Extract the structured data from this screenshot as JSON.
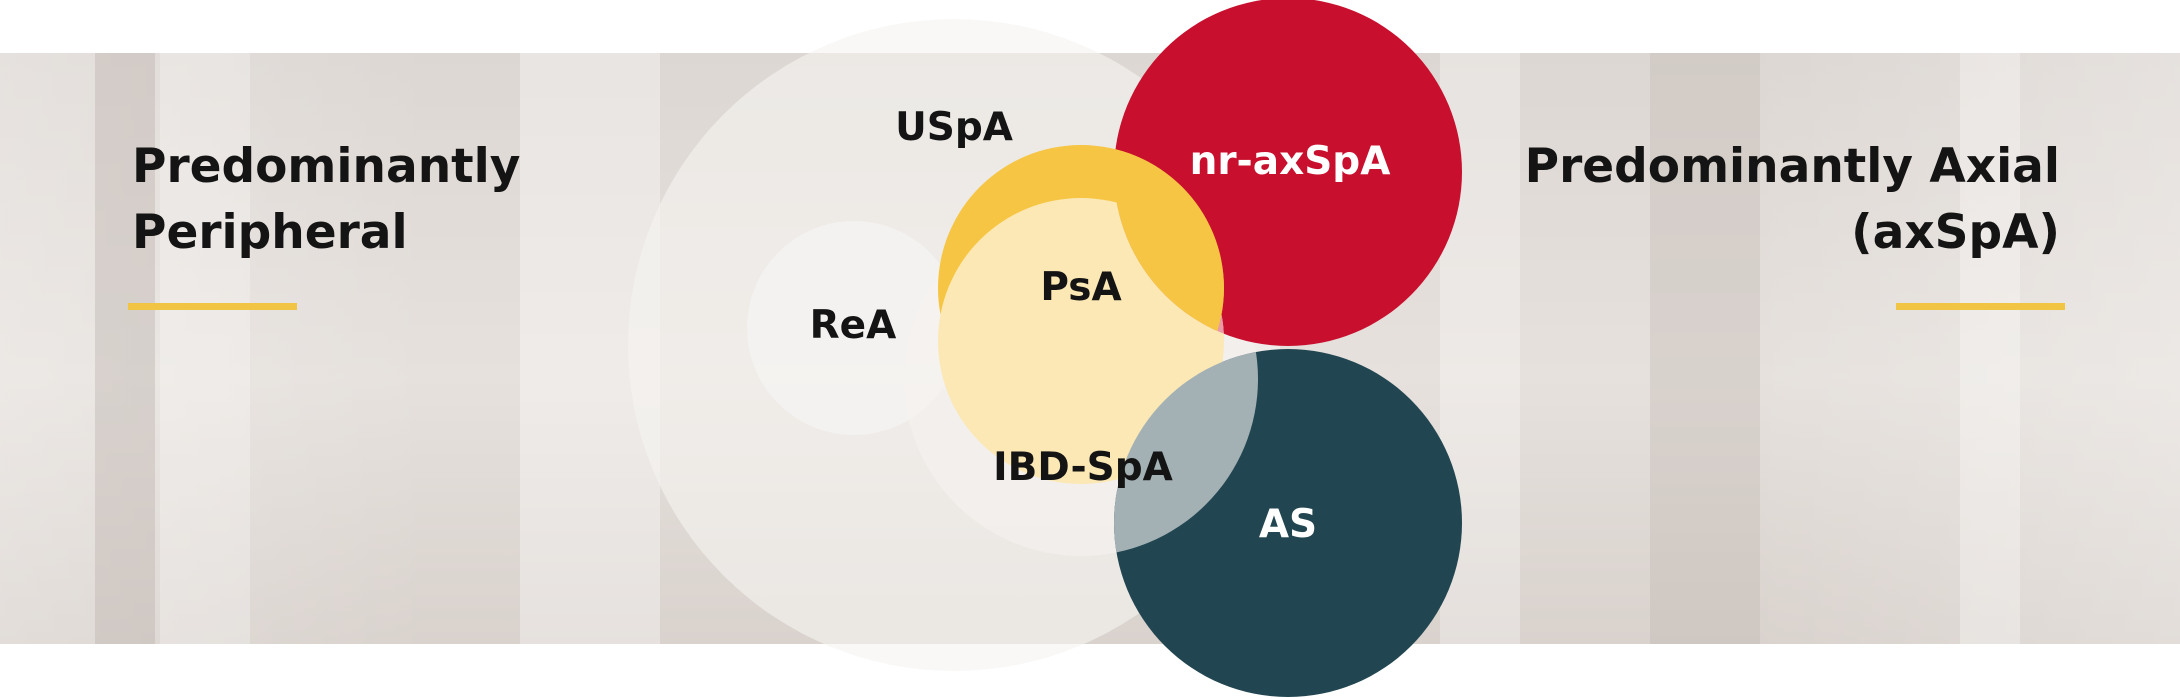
{
  "headings": {
    "left": "Predominantly\nPeripheral",
    "right": "Predominantly Axial\n(axSpA)"
  },
  "colors": {
    "accent": "#f1c443",
    "text_dark": "#141414",
    "text_light": "#ffffff",
    "nr_axspa": "#c8102e",
    "as": "#224651",
    "psa_dark": "#f6c543",
    "psa_light": "#fce8b4",
    "pale_circle": "#f5f3f1",
    "psa_nr_overlap": "#e99aa6",
    "as_overlap": "#a3b1b5"
  },
  "diagram": {
    "labels": {
      "uspa": "USpA",
      "nr_axspa": "nr-axSpA",
      "psa": "PsA",
      "rea": "ReA",
      "ibd_spa": "IBD-SpA",
      "as": "AS"
    }
  }
}
